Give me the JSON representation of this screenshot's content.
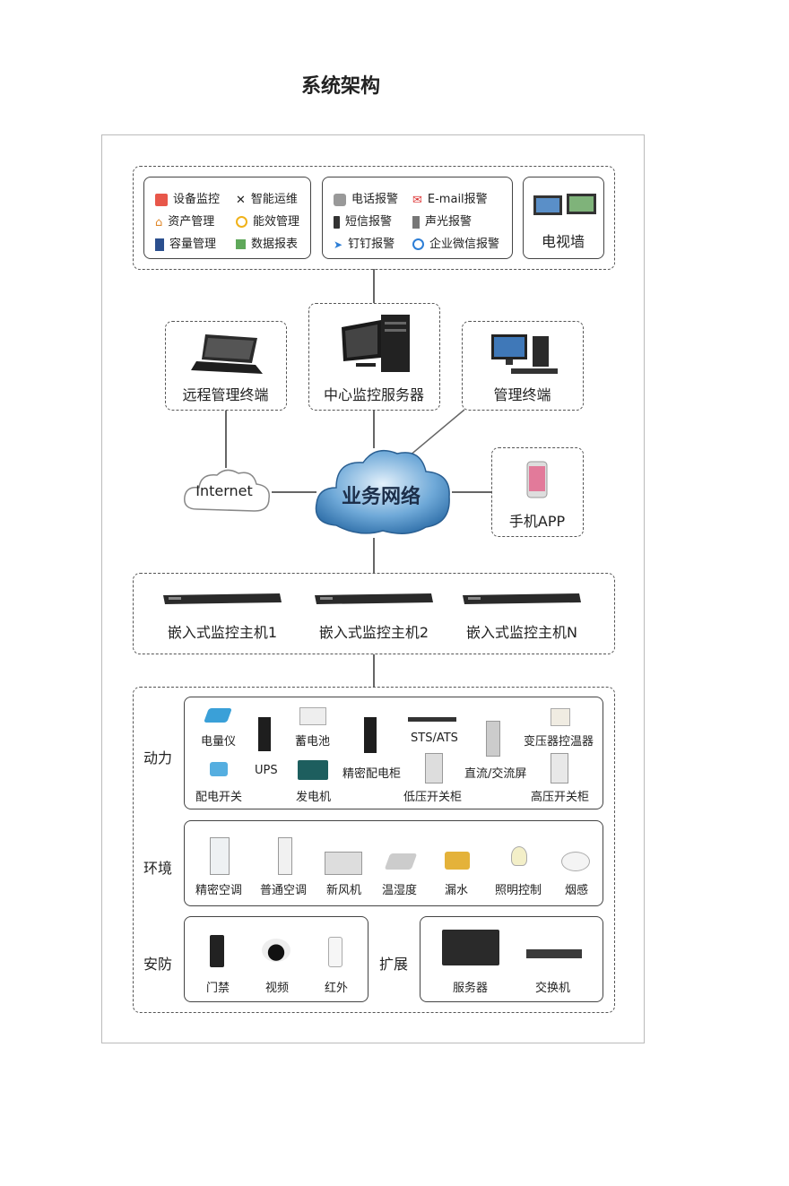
{
  "title": "系统架构",
  "top": {
    "features": [
      "设备监控",
      "智能运维",
      "资产管理",
      "能效管理",
      "容量管理",
      "数据报表"
    ],
    "alarms": [
      "电话报警",
      "E-mail报警",
      "短信报警",
      "声光报警",
      "钉钉报警",
      "企业微信报警"
    ],
    "tv_wall": "电视墙"
  },
  "middle": {
    "remote_terminal": "远程管理终端",
    "center_server": "中心监控服务器",
    "mgmt_terminal": "管理终端",
    "internet": "Internet",
    "network": "业务网络",
    "mobile_app": "手机APP"
  },
  "hosts": [
    "嵌入式监控主机1",
    "嵌入式监控主机2",
    "嵌入式监控主机N"
  ],
  "power": {
    "label": "动力",
    "items": [
      "电量仪",
      "蓄电池",
      "UPS",
      "精密配电柜",
      "STS/ATS",
      "直流/交流屏",
      "变压器控温器",
      "配电开关",
      "发电机",
      "低压开关柜",
      "高压开关柜"
    ]
  },
  "environment": {
    "label": "环境",
    "items": [
      "精密空调",
      "普通空调",
      "新风机",
      "温湿度",
      "漏水",
      "照明控制",
      "烟感"
    ]
  },
  "security": {
    "label": "安防",
    "items": [
      "门禁",
      "视频",
      "红外"
    ]
  },
  "expansion": {
    "label": "扩展",
    "items": [
      "服务器",
      "交换机"
    ]
  }
}
